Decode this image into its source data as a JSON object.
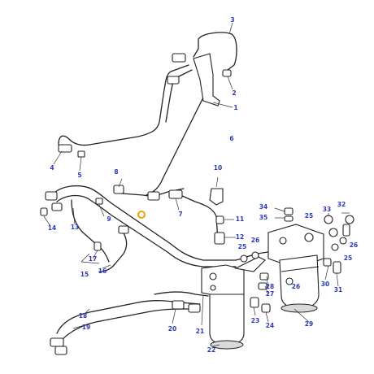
{
  "diagram": {
    "callouts": [
      {
        "id": "c1",
        "text": "1"
      },
      {
        "id": "c2",
        "text": "2"
      },
      {
        "id": "c3",
        "text": "3"
      },
      {
        "id": "c4",
        "text": "4"
      },
      {
        "id": "c5",
        "text": "5"
      },
      {
        "id": "c6",
        "text": "6"
      },
      {
        "id": "c7",
        "text": "7"
      },
      {
        "id": "c8",
        "text": "8"
      },
      {
        "id": "c9",
        "text": "9"
      },
      {
        "id": "c10",
        "text": "10"
      },
      {
        "id": "c11",
        "text": "11"
      },
      {
        "id": "c12",
        "text": "12"
      },
      {
        "id": "c13",
        "text": "13"
      },
      {
        "id": "c14",
        "text": "14"
      },
      {
        "id": "c15",
        "text": "15"
      },
      {
        "id": "c16",
        "text": "16"
      },
      {
        "id": "c17",
        "text": "17"
      },
      {
        "id": "c18",
        "text": "18"
      },
      {
        "id": "c19",
        "text": "19"
      },
      {
        "id": "c20",
        "text": "20"
      },
      {
        "id": "c21",
        "text": "21"
      },
      {
        "id": "c22",
        "text": "22"
      },
      {
        "id": "c23",
        "text": "23"
      },
      {
        "id": "c24",
        "text": "24"
      },
      {
        "id": "c25a",
        "text": "25"
      },
      {
        "id": "c25b",
        "text": "25"
      },
      {
        "id": "c25c",
        "text": "25"
      },
      {
        "id": "c26a",
        "text": "26"
      },
      {
        "id": "c26b",
        "text": "26"
      },
      {
        "id": "c26c",
        "text": "26"
      },
      {
        "id": "c27",
        "text": "27"
      },
      {
        "id": "c28",
        "text": "28"
      },
      {
        "id": "c29",
        "text": "29"
      },
      {
        "id": "c30",
        "text": "30"
      },
      {
        "id": "c31",
        "text": "31"
      },
      {
        "id": "c32",
        "text": "32"
      },
      {
        "id": "c33",
        "text": "33"
      },
      {
        "id": "c34",
        "text": "34"
      },
      {
        "id": "c35",
        "text": "35"
      }
    ],
    "colors": {
      "line": "#222222",
      "callout_text": "#2a37c8",
      "highlight": "#f0a000",
      "background": "#ffffff"
    }
  }
}
